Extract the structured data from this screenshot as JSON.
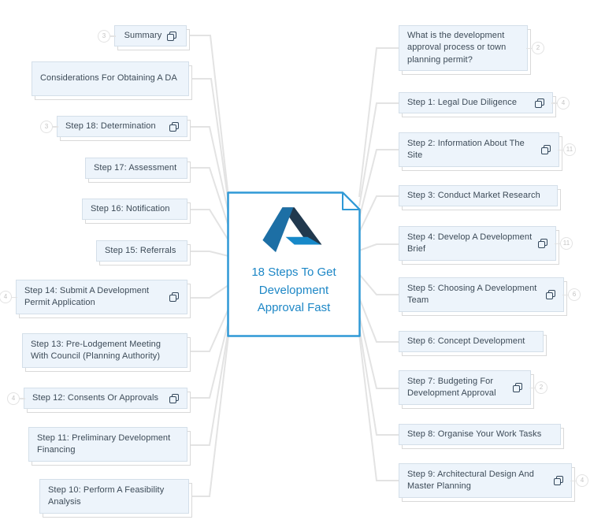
{
  "center": {
    "title": "18 Steps To Get Development Approval Fast",
    "title_lines": [
      "18 Steps To Get",
      "Development",
      "Approval Fast"
    ],
    "title_color": "#1d87c6",
    "border_color": "#2f99d6",
    "logo_icon": "a-ribbon-logo",
    "logo_colors": {
      "dark": "#21394e",
      "mid": "#1d6fa5",
      "light": "#1789c9"
    }
  },
  "colors": {
    "node_background": "#edf4fb",
    "node_border": "#d4dfe9",
    "node_text": "#3c4a57",
    "connector": "#e3e3e3",
    "badge_border": "#e3e3e3",
    "badge_text": "#c4c4c4",
    "copy_icon": "#33475b"
  },
  "nodes": {
    "left": [
      {
        "label": "Summary",
        "badge": "3"
      },
      {
        "label": "Considerations For Obtaining A DA"
      },
      {
        "label": "Step 18: Determination",
        "badge": "3"
      },
      {
        "label": "Step 17: Assessment"
      },
      {
        "label": "Step 16: Notification"
      },
      {
        "label": "Step 15: Referrals"
      },
      {
        "label": "Step 14: Submit A Development Permit Application",
        "badge": "4"
      },
      {
        "label": "Step 13: Pre-Lodgement Meeting With Council (Planning Authority)"
      },
      {
        "label": "Step 12: Consents Or Approvals",
        "badge": "4"
      },
      {
        "label": "Step 11: Preliminary Development Financing"
      },
      {
        "label": "Step 10: Perform A Feasibility Analysis"
      }
    ],
    "right": [
      {
        "label": "What is the development approval process or town planning permit?",
        "badge": "2"
      },
      {
        "label": "Step 1: Legal Due Diligence",
        "badge": "4"
      },
      {
        "label": "Step 2: Information About The Site",
        "badge": "11"
      },
      {
        "label": "Step 3: Conduct Market Research"
      },
      {
        "label": "Step 4: Develop A Development Brief",
        "badge": "11"
      },
      {
        "label": "Step 5: Choosing A Development Team",
        "badge": "6"
      },
      {
        "label": "Step 6: Concept Development"
      },
      {
        "label": "Step 7: Budgeting For Development Approval",
        "badge": "2"
      },
      {
        "label": "Step 8: Organise Your Work Tasks"
      },
      {
        "label": "Step 9: Architectural Design And Master Planning",
        "badge": "4"
      }
    ]
  }
}
